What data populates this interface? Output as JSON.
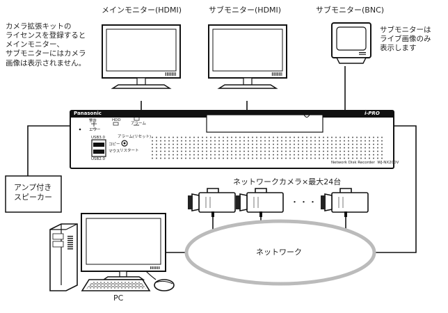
{
  "labels": {
    "main_monitor": "メインモニター(HDMI)",
    "sub_monitor_hdmi": "サブモニター(HDMI)",
    "sub_monitor_bnc": "サブモニター(BNC)",
    "sub_monitor_note": [
      "サブモニターは",
      "ライブ画像のみ",
      "表示します"
    ],
    "license_note": [
      "カメラ拡張キットの",
      "ライセンスを登録すると",
      "メインモニター、",
      "サブモニターにはカメラ",
      "画像は表示されません。"
    ],
    "speaker": [
      "アンプ付き",
      "スピーカー"
    ],
    "cameras": "ネットワークカメラ×最大24台",
    "camera_dots": "・・・",
    "network": "ネットワーク",
    "pc": "PC"
  },
  "recorder": {
    "brand": "Panasonic",
    "logo": "i-PRO",
    "model": "Network Disk Recorder  WJ-NX200V",
    "status_labels": [
      "エラー",
      "HDD",
      "警告",
      "アラーム"
    ],
    "usb_top": "USB3.0",
    "usb_bottom": "USB2.0",
    "copy": "コピー",
    "mouse": "マウス",
    "alarm_stop": "アラーム(リセット)",
    "restart": "リスタート"
  },
  "icons": [
    "monitor-icon",
    "crt-monitor-icon",
    "recorder-icon",
    "camera-icon",
    "pc-tower-icon",
    "keyboard-icon",
    "mouse-icon",
    "speaker-box"
  ]
}
